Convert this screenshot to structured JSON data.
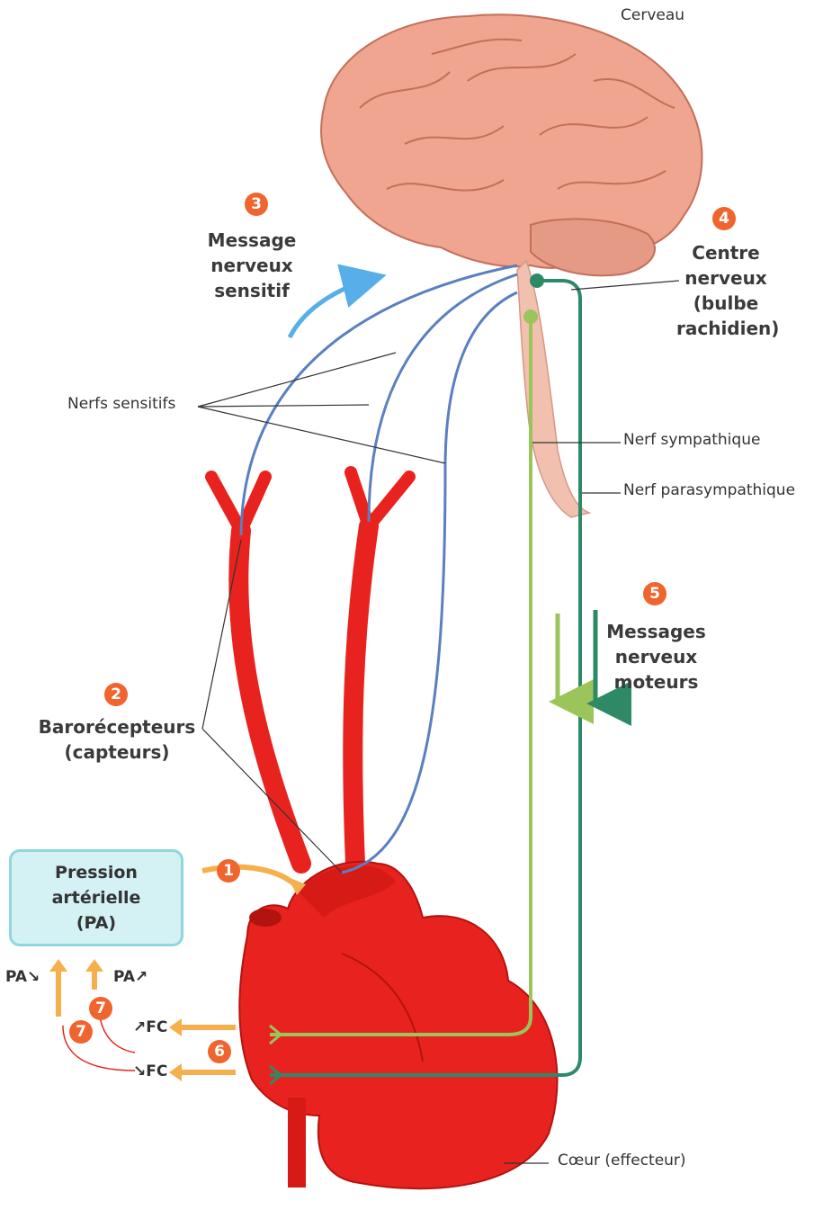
{
  "labels": {
    "brain": "Cerveau",
    "sensory_nerves": "Nerfs sensitifs",
    "sympathetic_nerve": "Nerf sympathique",
    "parasympathetic_nerve": "Nerf parasympathique",
    "heart": "Cœur (effecteur)"
  },
  "steps": {
    "s1": {
      "num": "1"
    },
    "s2": {
      "num": "2",
      "line1": "Barorécepteurs",
      "line2": "(capteurs)"
    },
    "s3": {
      "num": "3",
      "line1": "Message",
      "line2": "nerveux",
      "line3": "sensitif"
    },
    "s4": {
      "num": "4",
      "line1": "Centre",
      "line2": "nerveux",
      "line3": "(bulbe",
      "line4": "rachidien)"
    },
    "s5": {
      "num": "5",
      "line1": "Messages",
      "line2": "nerveux",
      "line3": "moteurs"
    },
    "s6": {
      "num": "6"
    },
    "s7a": {
      "num": "7"
    },
    "s7b": {
      "num": "7"
    }
  },
  "pressure_box": {
    "line1": "Pression",
    "line2": "artérielle",
    "line3": "(PA)"
  },
  "feedback": {
    "pa_down": "PA↘",
    "pa_up": "PA↗",
    "fc_up": "↗FC",
    "fc_down": "↘FC"
  },
  "colors": {
    "artery": "#e8231f",
    "sensory": "#5b7fc0",
    "sympathetic": "#9bc55a",
    "parasympathetic": "#2e8a66",
    "step_badge": "#f0642e",
    "brain": "#efa58f"
  }
}
